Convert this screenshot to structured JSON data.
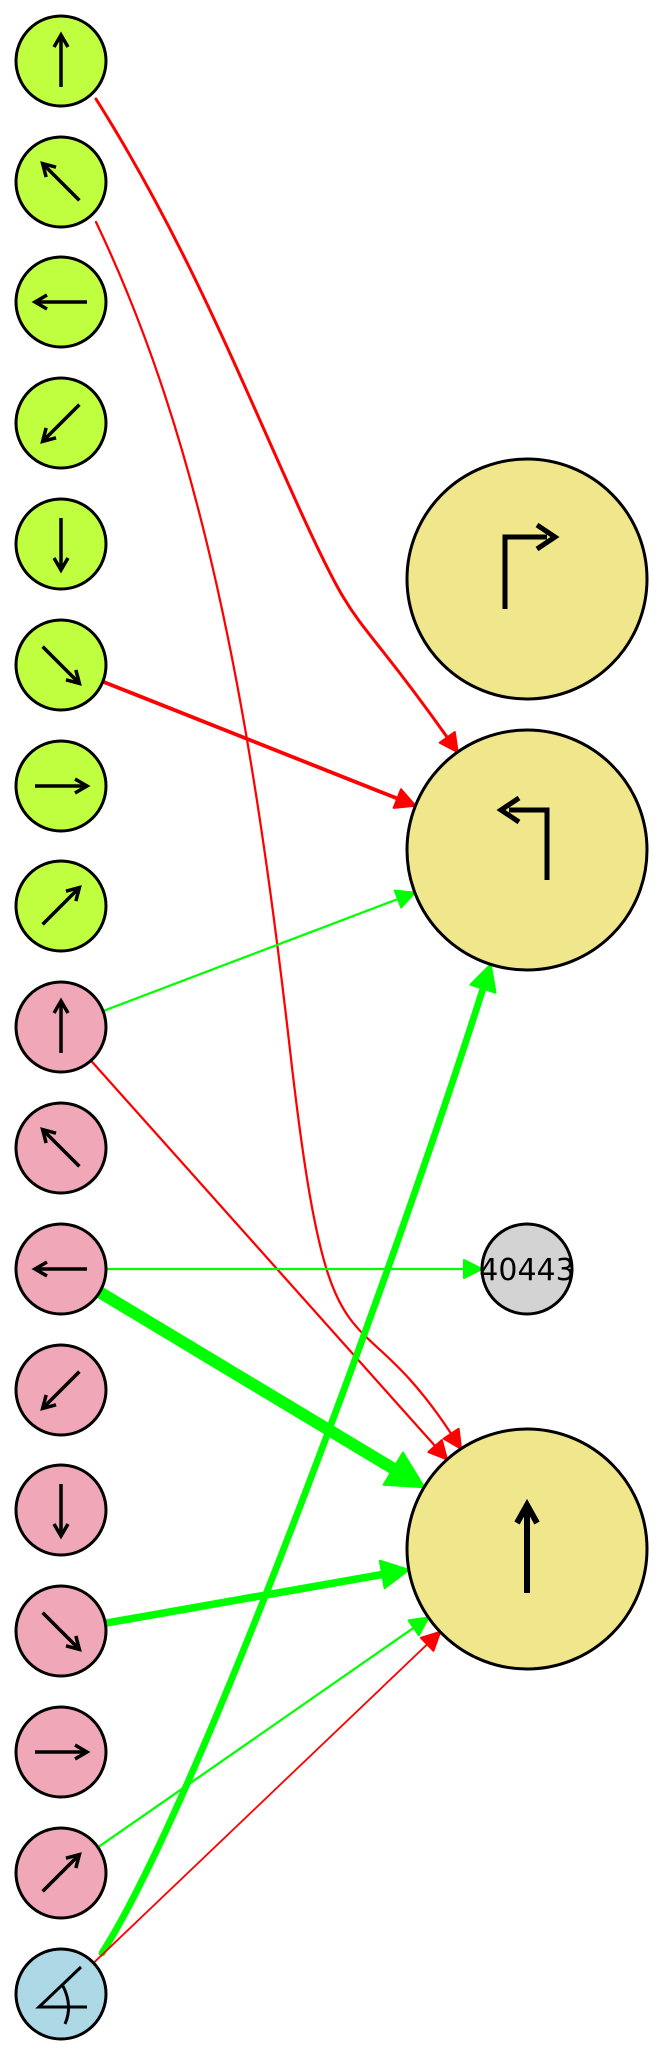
{
  "colors": {
    "excitatory": "#00ff00",
    "inhibitory": "#ff0000",
    "stroke": "#000000",
    "direction_green": "#bfff40",
    "direction_pink": "#f0a8b8",
    "sensor_blue": "#add8e6",
    "output_khaki": "#f0e68c",
    "hidden_grey": "#d3d3d3"
  },
  "nodes": [
    {
      "id": "g_up",
      "group": "green",
      "glyph": "arrow-up-icon",
      "angle": -90
    },
    {
      "id": "g_upleft",
      "group": "green",
      "glyph": "arrow-up-left-icon",
      "angle": -135
    },
    {
      "id": "g_left",
      "group": "green",
      "glyph": "arrow-left-icon",
      "angle": 180
    },
    {
      "id": "g_downleft",
      "group": "green",
      "glyph": "arrow-down-left-icon",
      "angle": 135
    },
    {
      "id": "g_down",
      "group": "green",
      "glyph": "arrow-down-icon",
      "angle": 90
    },
    {
      "id": "g_downright",
      "group": "green",
      "glyph": "arrow-down-right-icon",
      "angle": 45
    },
    {
      "id": "g_right",
      "group": "green",
      "glyph": "arrow-right-icon",
      "angle": 0
    },
    {
      "id": "g_upright",
      "group": "green",
      "glyph": "arrow-up-right-icon",
      "angle": -45
    },
    {
      "id": "p_up",
      "group": "pink",
      "glyph": "arrow-up-icon",
      "angle": -90
    },
    {
      "id": "p_upleft",
      "group": "pink",
      "glyph": "arrow-up-left-icon",
      "angle": -135
    },
    {
      "id": "p_left",
      "group": "pink",
      "glyph": "arrow-left-icon",
      "angle": 180
    },
    {
      "id": "p_downleft",
      "group": "pink",
      "glyph": "arrow-down-left-icon",
      "angle": 135
    },
    {
      "id": "p_down",
      "group": "pink",
      "glyph": "arrow-down-icon",
      "angle": 90
    },
    {
      "id": "p_downright",
      "group": "pink",
      "glyph": "arrow-down-right-icon",
      "angle": 45
    },
    {
      "id": "p_right",
      "group": "pink",
      "glyph": "arrow-right-icon",
      "angle": 0
    },
    {
      "id": "p_upright",
      "group": "pink",
      "glyph": "arrow-up-right-icon",
      "angle": -45
    },
    {
      "id": "b_angle",
      "group": "blue",
      "glyph": "angle-icon"
    },
    {
      "id": "o_turn_right",
      "group": "output",
      "glyph": "turn-right-icon"
    },
    {
      "id": "o_turn_left",
      "group": "output",
      "glyph": "turn-left-icon"
    },
    {
      "id": "h_40443",
      "group": "hidden",
      "label": "40443"
    },
    {
      "id": "o_forward",
      "group": "output",
      "glyph": "arrow-up-icon",
      "angle": -90
    }
  ],
  "edges": [
    {
      "from": "g_up",
      "to": "o_turn_left",
      "sign": "inhibitory",
      "weight": 2
    },
    {
      "from": "g_upleft",
      "to": "o_forward",
      "sign": "inhibitory",
      "weight": 1.5
    },
    {
      "from": "g_downright",
      "to": "o_turn_left",
      "sign": "inhibitory",
      "weight": 2.5
    },
    {
      "from": "p_up",
      "to": "o_turn_left",
      "sign": "excitatory",
      "weight": 1.5
    },
    {
      "from": "p_up",
      "to": "o_forward",
      "sign": "inhibitory",
      "weight": 1.5
    },
    {
      "from": "p_left",
      "to": "h_40443",
      "sign": "excitatory",
      "weight": 1.5
    },
    {
      "from": "p_left",
      "to": "o_forward",
      "sign": "excitatory",
      "weight": 8
    },
    {
      "from": "p_downright",
      "to": "o_forward",
      "sign": "excitatory",
      "weight": 5
    },
    {
      "from": "p_upright",
      "to": "o_forward",
      "sign": "excitatory",
      "weight": 1.5
    },
    {
      "from": "b_angle",
      "to": "o_turn_left",
      "sign": "excitatory",
      "weight": 4.5
    },
    {
      "from": "b_angle",
      "to": "o_forward",
      "sign": "inhibitory",
      "weight": 1.2
    }
  ]
}
